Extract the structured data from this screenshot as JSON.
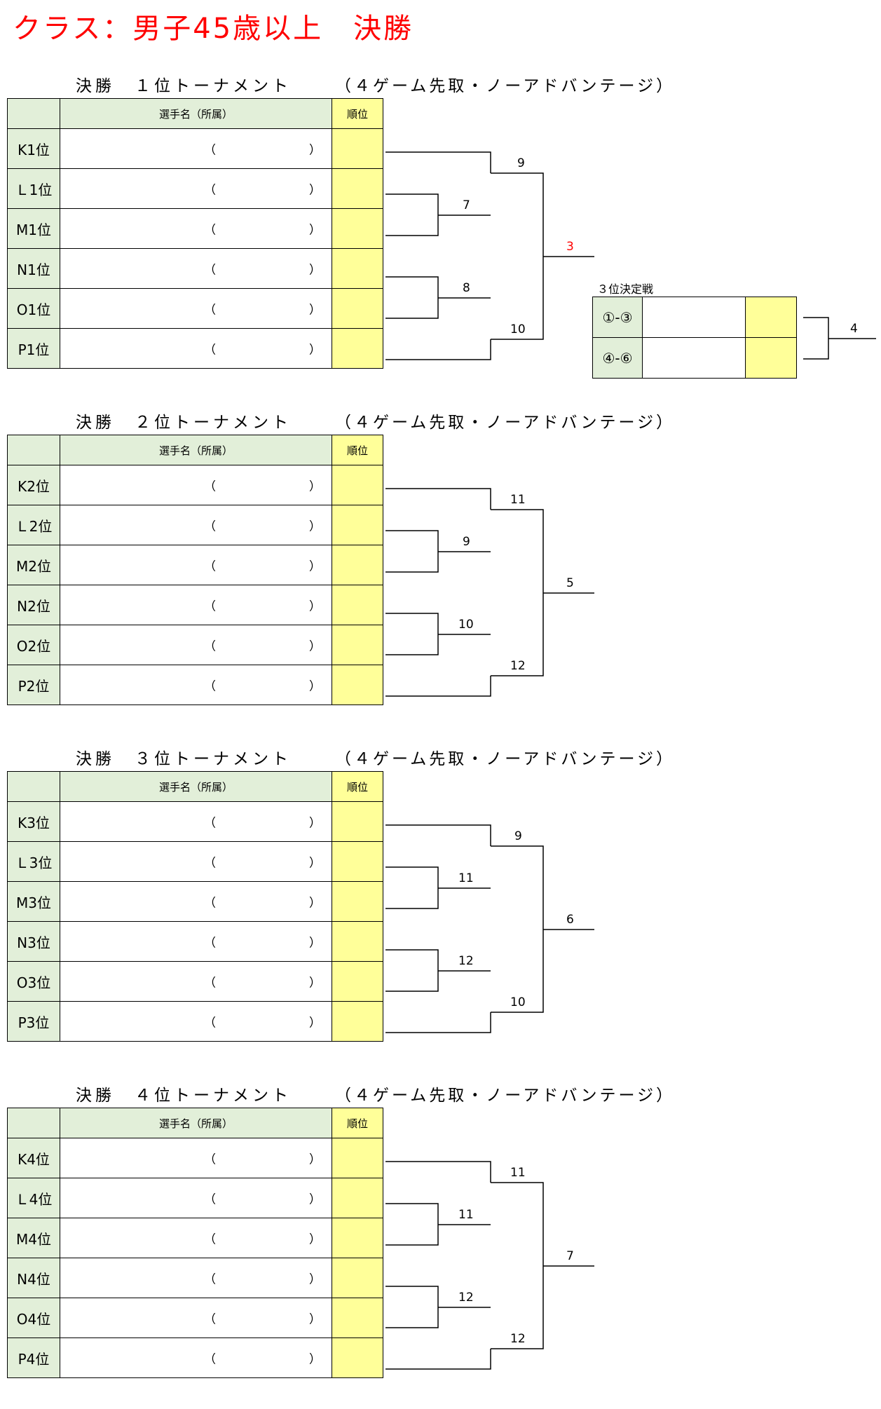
{
  "page_title": "クラス：男子45歳以上　決勝",
  "header": {
    "name_col": "選手名（所属）",
    "rank_col": "順位"
  },
  "paren_left": "（",
  "paren_right": "）",
  "sections": [
    {
      "title": "決勝　１位トーナメント",
      "rule": "（４ゲーム先取・ノーアドバンテージ）",
      "players": [
        "K1位",
        "Ｌ1位",
        "M1位",
        "N1位",
        "O1位",
        "P1位"
      ],
      "match_numbers": {
        "semi_top": "7",
        "semi_bottom": "8",
        "qf_top": "9",
        "qf_bottom": "10",
        "final": "3"
      }
    },
    {
      "title": "決勝　２位トーナメント",
      "rule": "（４ゲーム先取・ノーアドバンテージ）",
      "players": [
        "K2位",
        "Ｌ2位",
        "M2位",
        "N2位",
        "O2位",
        "P2位"
      ],
      "match_numbers": {
        "semi_top": "9",
        "semi_bottom": "10",
        "qf_top": "11",
        "qf_bottom": "12",
        "final": "5"
      }
    },
    {
      "title": "決勝　３位トーナメント",
      "rule": "（４ゲーム先取・ノーアドバンテージ）",
      "players": [
        "K3位",
        "Ｌ3位",
        "M3位",
        "N3位",
        "O3位",
        "P3位"
      ],
      "match_numbers": {
        "semi_top": "11",
        "semi_bottom": "12",
        "qf_top": "9",
        "qf_bottom": "10",
        "final": "6"
      }
    },
    {
      "title": "決勝　４位トーナメント",
      "rule": "（４ゲーム先取・ノーアドバンテージ）",
      "players": [
        "K4位",
        "Ｌ4位",
        "M4位",
        "N4位",
        "O4位",
        "P4位"
      ],
      "match_numbers": {
        "semi_top": "11",
        "semi_bottom": "12",
        "qf_top": "11",
        "qf_bottom": "12",
        "final": "7"
      }
    }
  ],
  "third_place": {
    "label": "３位決定戦",
    "rows": [
      "①-③",
      "④-⑥"
    ],
    "match_number": "4"
  },
  "colors": {
    "title": "#ff0000",
    "label_cell": "#e2efd9",
    "rank_cell": "#ffff99",
    "highlight_number": "#ff0000"
  }
}
